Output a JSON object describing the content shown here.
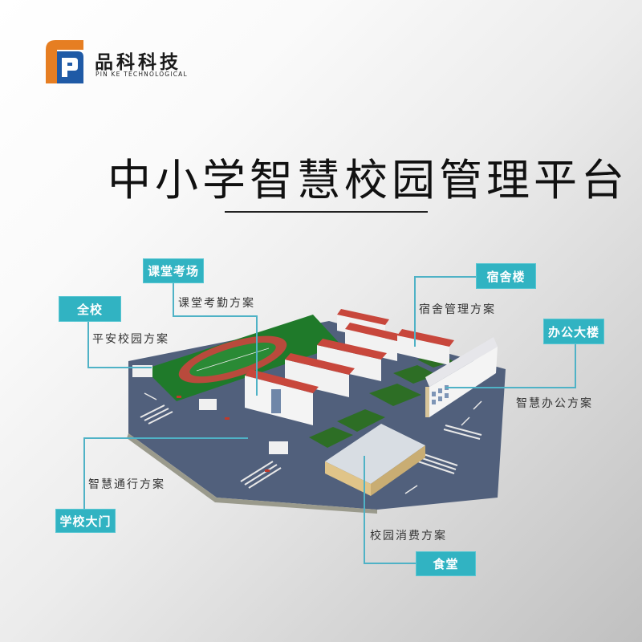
{
  "brand": {
    "name_cn": "品科科技",
    "name_en": "PIN KE TECHNOLOGICAL",
    "logo_colors": {
      "orange": "#e67e22",
      "blue": "#1f5aa6"
    }
  },
  "page": {
    "title": "中小学智慧校园管理平台"
  },
  "callouts": [
    {
      "tag": "全校",
      "solution": "平安校园方案"
    },
    {
      "tag": "课堂考场",
      "solution": "课堂考勤方案"
    },
    {
      "tag": "宿舍楼",
      "solution": "宿舍管理方案"
    },
    {
      "tag": "办公大楼",
      "solution": "智慧办公方案"
    },
    {
      "tag": "学校大门",
      "solution": "智慧通行方案"
    },
    {
      "tag": "食堂",
      "solution": "校园消费方案"
    }
  ],
  "colors": {
    "tag_bg": "#31b3c2",
    "line": "#4fb2c6",
    "text": "#333333"
  },
  "illustration": {
    "subject": "isometric-campus-map"
  }
}
